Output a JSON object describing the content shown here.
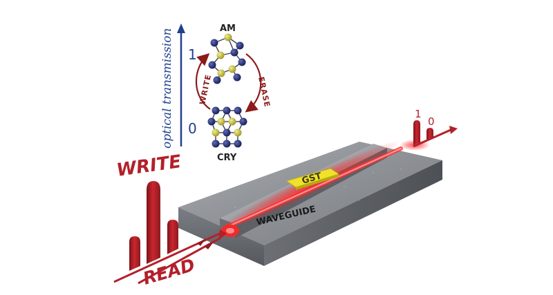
{
  "labels": {
    "write": "WRITE",
    "read": "READ",
    "axis": "optical transmission",
    "level_high": "1",
    "level_low": "0",
    "amorphous": "AM",
    "crystalline": "CRY",
    "write_arrow": "WRITE",
    "erase_arrow": "ERASE",
    "waveguide": "WAVEGUIDE",
    "gst": "GST",
    "out_one": "1",
    "out_zero": "0"
  },
  "colors": {
    "pulse_red": "#b3202a",
    "laser_red": "#e02020",
    "axis_blue": "#1f3f8f",
    "arrow_dark_red": "#8c1b1b",
    "gst_yellow": "#f0e22a",
    "atom_navy": "#1c2566",
    "atom_yellow": "#c9c23c",
    "chip_grey": "#8a8d92"
  }
}
